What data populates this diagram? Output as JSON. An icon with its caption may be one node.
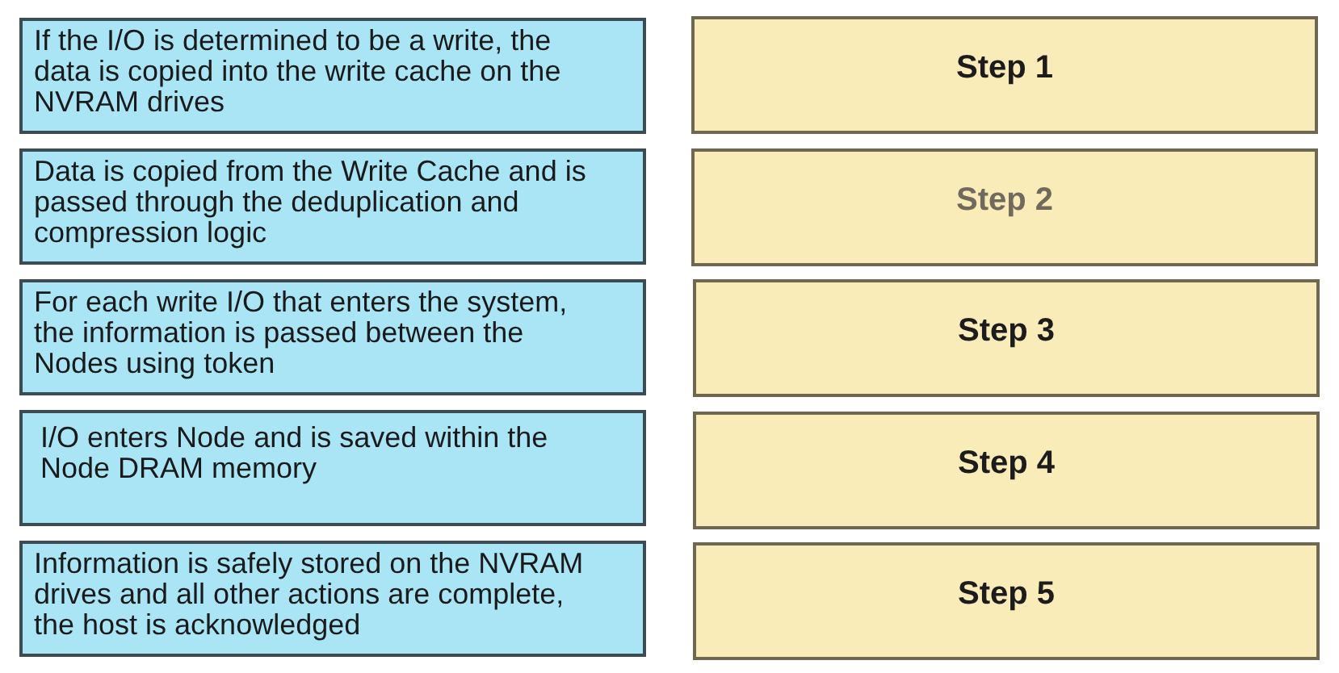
{
  "diagram": {
    "nodes": [
      {
        "text": [
          "If the I/O is determined to be a write, the data is copied into the write cache on the NVRAM drives"
        ]
      },
      {
        "text": [
          "Step 1"
        ]
      },
      {
        "text": [
          "Data is copied from the Write Cache and is passed through the deduplication and compression logic"
        ]
      },
      {
        "text": [
          "Step 2"
        ]
      },
      {
        "text": [
          "For each write I/O that enters the system, the information is passed between the Nodes using token"
        ]
      },
      {
        "text": [
          "Step 3"
        ]
      },
      {
        "text": [
          "I/O enters Node and is saved within the Node DRAM memory"
        ]
      },
      {
        "text": [
          "Step 4"
        ]
      },
      {
        "text": [
          "Information is safely stored on the NVRAM drives and all other actions are complete, the host is acknowledged"
        ]
      },
      {
        "text": [
          "Step 5"
        ]
      }
    ]
  }
}
